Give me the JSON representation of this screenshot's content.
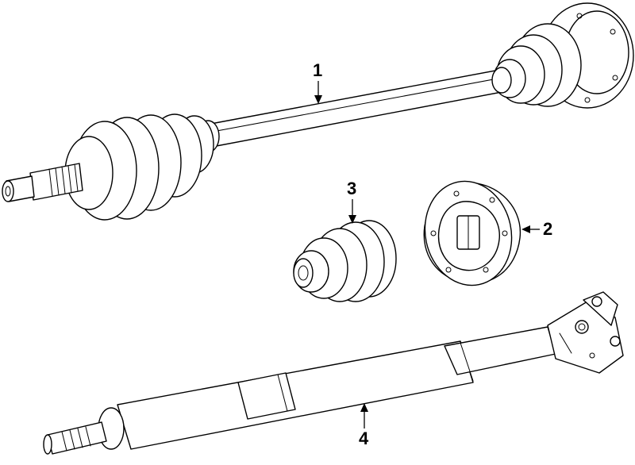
{
  "diagram": {
    "callouts": [
      {
        "id": "1",
        "part": "axle-shaft-assembly"
      },
      {
        "id": "2",
        "part": "cv-joint"
      },
      {
        "id": "3",
        "part": "cv-boot-kit"
      },
      {
        "id": "4",
        "part": "drive-shaft-assembly"
      }
    ]
  }
}
